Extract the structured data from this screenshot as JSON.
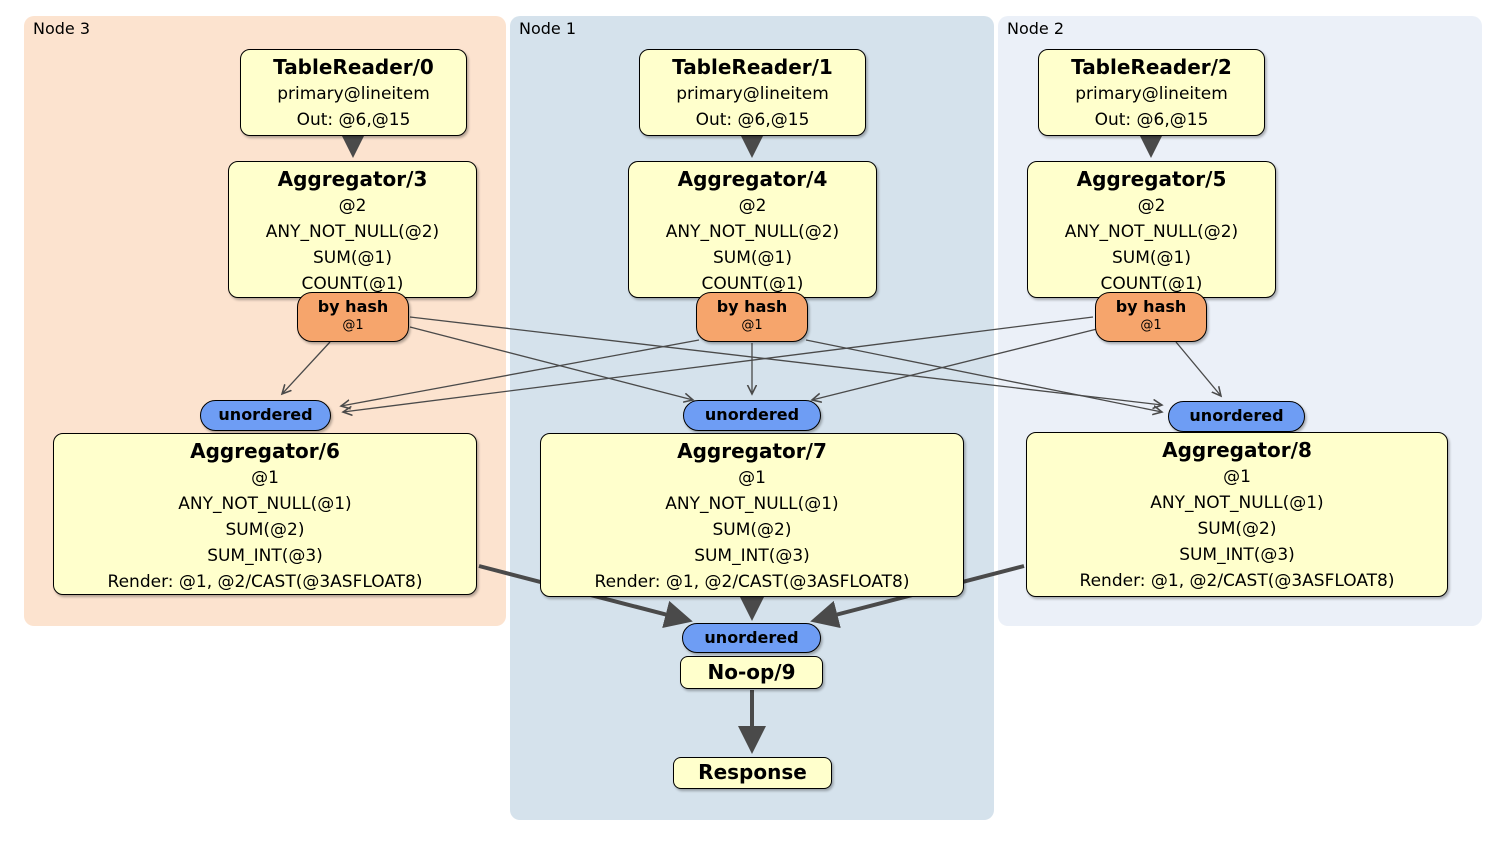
{
  "regions": [
    {
      "id": "node3",
      "label": "Node 3",
      "bg": "#fce3cf"
    },
    {
      "id": "node1",
      "label": "Node 1",
      "bg": "#d5e2ec"
    },
    {
      "id": "node2",
      "label": "Node 2",
      "bg": "#ebf0f8"
    }
  ],
  "processors": {
    "tr0": {
      "title": "TableReader/0",
      "lines": [
        "primary@lineitem",
        "Out: @6,@15"
      ]
    },
    "tr1": {
      "title": "TableReader/1",
      "lines": [
        "primary@lineitem",
        "Out: @6,@15"
      ]
    },
    "tr2": {
      "title": "TableReader/2",
      "lines": [
        "primary@lineitem",
        "Out: @6,@15"
      ]
    },
    "agg3": {
      "title": "Aggregator/3",
      "lines": [
        "@2",
        "ANY_NOT_NULL(@2)",
        "SUM(@1)",
        "COUNT(@1)"
      ]
    },
    "agg4": {
      "title": "Aggregator/4",
      "lines": [
        "@2",
        "ANY_NOT_NULL(@2)",
        "SUM(@1)",
        "COUNT(@1)"
      ]
    },
    "agg5": {
      "title": "Aggregator/5",
      "lines": [
        "@2",
        "ANY_NOT_NULL(@2)",
        "SUM(@1)",
        "COUNT(@1)"
      ]
    },
    "agg6": {
      "title": "Aggregator/6",
      "lines": [
        "@1",
        "ANY_NOT_NULL(@1)",
        "SUM(@2)",
        "SUM_INT(@3)",
        "Render: @1, @2/CAST(@3ASFLOAT8)"
      ]
    },
    "agg7": {
      "title": "Aggregator/7",
      "lines": [
        "@1",
        "ANY_NOT_NULL(@1)",
        "SUM(@2)",
        "SUM_INT(@3)",
        "Render: @1, @2/CAST(@3ASFLOAT8)"
      ]
    },
    "agg8": {
      "title": "Aggregator/8",
      "lines": [
        "@1",
        "ANY_NOT_NULL(@1)",
        "SUM(@2)",
        "SUM_INT(@3)",
        "Render: @1, @2/CAST(@3ASFLOAT8)"
      ]
    },
    "noop": {
      "title": "No-op/9"
    },
    "response": {
      "title": "Response"
    }
  },
  "router": {
    "label": "by hash",
    "detail": "@1"
  },
  "sync": {
    "label": "unordered"
  },
  "colors": {
    "processor_fill": "#ffffcc",
    "router_fill": "#f6a56c",
    "sync_fill": "#6e9df4",
    "edge": "#4a4a4a",
    "node3_bg": "#fce3cf",
    "node1_bg": "#d5e2ec",
    "node2_bg": "#ebf0f8"
  },
  "edges": [
    {
      "from": "TableReader/0",
      "to": "Aggregator/3"
    },
    {
      "from": "TableReader/1",
      "to": "Aggregator/4"
    },
    {
      "from": "TableReader/2",
      "to": "Aggregator/5"
    },
    {
      "from": "by hash @ Aggregator/3",
      "to": "unordered @ Aggregator/6"
    },
    {
      "from": "by hash @ Aggregator/3",
      "to": "unordered @ Aggregator/7"
    },
    {
      "from": "by hash @ Aggregator/3",
      "to": "unordered @ Aggregator/8"
    },
    {
      "from": "by hash @ Aggregator/4",
      "to": "unordered @ Aggregator/6"
    },
    {
      "from": "by hash @ Aggregator/4",
      "to": "unordered @ Aggregator/7"
    },
    {
      "from": "by hash @ Aggregator/4",
      "to": "unordered @ Aggregator/8"
    },
    {
      "from": "by hash @ Aggregator/5",
      "to": "unordered @ Aggregator/6"
    },
    {
      "from": "by hash @ Aggregator/5",
      "to": "unordered @ Aggregator/7"
    },
    {
      "from": "by hash @ Aggregator/5",
      "to": "unordered @ Aggregator/8"
    },
    {
      "from": "Aggregator/6",
      "to": "unordered @ No-op/9"
    },
    {
      "from": "Aggregator/7",
      "to": "unordered @ No-op/9"
    },
    {
      "from": "Aggregator/8",
      "to": "unordered @ No-op/9"
    },
    {
      "from": "No-op/9",
      "to": "Response"
    }
  ]
}
